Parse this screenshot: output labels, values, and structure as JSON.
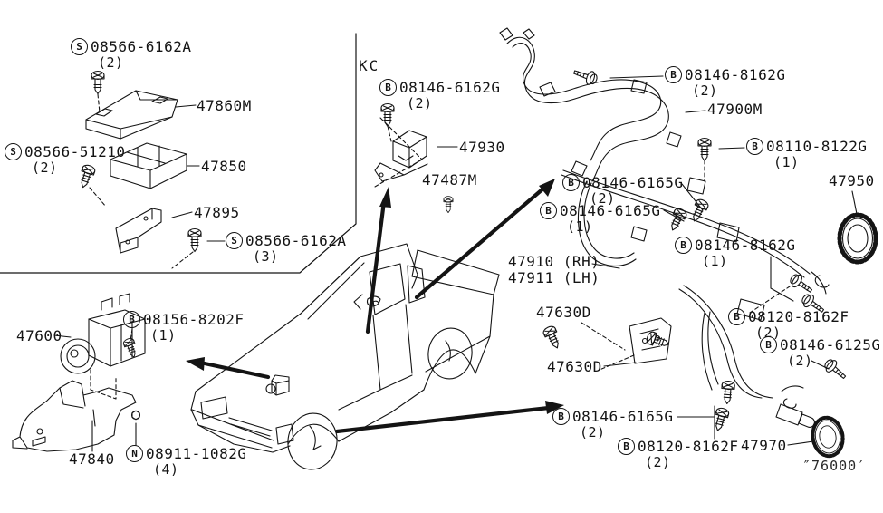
{
  "page": {
    "bg": "#ffffff",
    "ink": "#141414",
    "diagram_ref": "″76000′"
  },
  "section_label": "KC",
  "labels": {
    "s6162a_top": {
      "prefix": "S",
      "number": "08566-6162A",
      "qty": "(2)"
    },
    "m47860": {
      "number": "47860M"
    },
    "s51210": {
      "prefix": "S",
      "number": "08566-51210",
      "qty": "(2)"
    },
    "p47850": {
      "number": "47850"
    },
    "p47895": {
      "number": "47895"
    },
    "s6162a_bot": {
      "prefix": "S",
      "number": "08566-6162A",
      "qty": "(3)"
    },
    "b6162g": {
      "prefix": "B",
      "number": "08146-6162G",
      "qty": "(2)"
    },
    "p47930": {
      "number": "47930"
    },
    "p47487m": {
      "number": "47487M"
    },
    "b8162g_top": {
      "prefix": "B",
      "number": "08146-8162G",
      "qty": "(2)"
    },
    "p47900m": {
      "number": "47900M"
    },
    "b8122g": {
      "prefix": "B",
      "number": "08110-8122G",
      "qty": "(1)"
    },
    "b6165g_a": {
      "prefix": "B",
      "number": "08146-6165G",
      "qty": "(2)"
    },
    "b6165g_b": {
      "prefix": "B",
      "number": "08146-6165G",
      "qty": "(1)"
    },
    "p47950": {
      "number": "47950"
    },
    "b8162g_mid": {
      "prefix": "B",
      "number": "08146-8162G",
      "qty": "(1)"
    },
    "p47910": {
      "number": "47910 (RH)"
    },
    "p47911": {
      "number": "47911 (LH)"
    },
    "p47630d_a": {
      "number": "47630D"
    },
    "p47630d_b": {
      "number": "47630D"
    },
    "b8162f_mid": {
      "prefix": "B",
      "number": "08120-8162F",
      "qty": "(2)"
    },
    "b6125g": {
      "prefix": "B",
      "number": "08146-6125G",
      "qty": "(2)"
    },
    "b6165g_c": {
      "prefix": "B",
      "number": "08146-6165G",
      "qty": "(2)"
    },
    "b8162f_bot": {
      "prefix": "B",
      "number": "08120-8162F",
      "qty": "(2)"
    },
    "p47970": {
      "number": "47970"
    },
    "b8202f": {
      "prefix": "B",
      "number": "08156-8202F",
      "qty": "(1)"
    },
    "p47600": {
      "number": "47600"
    },
    "n1082g": {
      "prefix": "N",
      "number": "08911-1082G",
      "qty": "(4)"
    },
    "p47840": {
      "number": "47840"
    }
  }
}
